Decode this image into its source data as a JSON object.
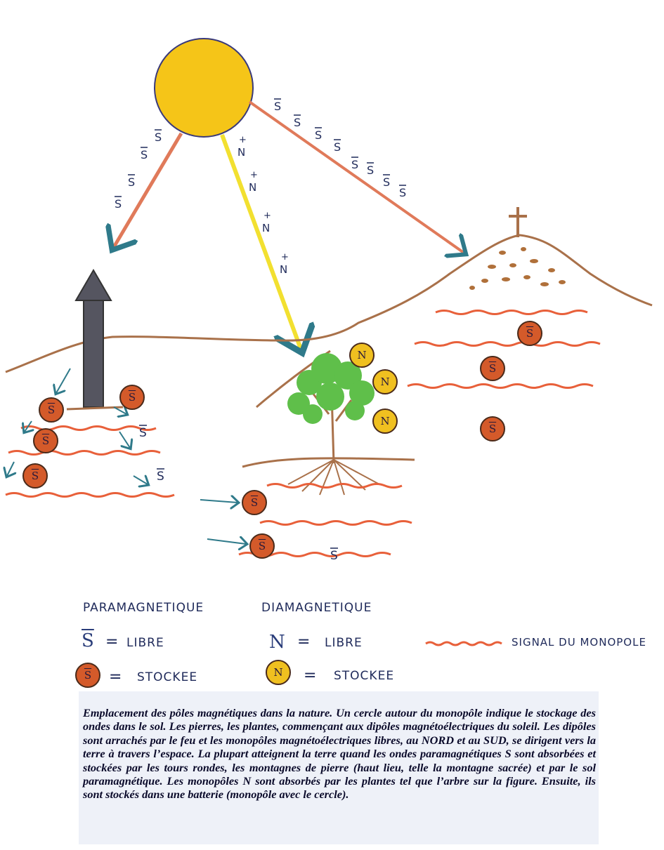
{
  "diagram": {
    "labels": {
      "s_bar": "S",
      "n_plus": "N"
    },
    "colors": {
      "sun": "#f5c518",
      "ray_s": "#e07a5a",
      "ray_n": "#f2e030",
      "ground": "#a9714a",
      "wave": "#e8603a",
      "coin_s": "#d45a2a",
      "coin_n": "#f0c020",
      "tower": "#555560",
      "foliage": "#5fbf4a",
      "ink": "#1f2a5a"
    }
  },
  "legend": {
    "paramagnetique": "PARAMAGNETIQUE",
    "diamagnetique": "DIAMAGNETIQUE",
    "s_symbol": "S",
    "n_symbol": "N",
    "equals": "=",
    "libre": "LIBRE",
    "stockee": "STOCKEE",
    "signal": "SIGNAL DU MONOPOLE"
  },
  "caption": "Emplacement des pôles magnétiques dans la nature. Un cercle autour du monopôle indique le stockage des ondes dans le sol. Les pierres, les plantes, commençant aux dipôles magnétoélectriques du soleil. Les dipôles sont arrachés par le feu et les monopôles magnétoélectriques libres, au NORD et au SUD, se dirigent vers la terre à travers l’espace. La plupart atteignent la terre quand les ondes paramagnétiques S sont absorbées et stockées par les tours rondes, les montagnes de pierre (haut lieu, telle la montagne sacrée) et par le sol paramagnétique. Les monopôles N sont absorbés par les plantes tel que l’arbre sur la figure. Ensuite, ils sont stockés dans une batterie (monopôle avec le cercle)."
}
